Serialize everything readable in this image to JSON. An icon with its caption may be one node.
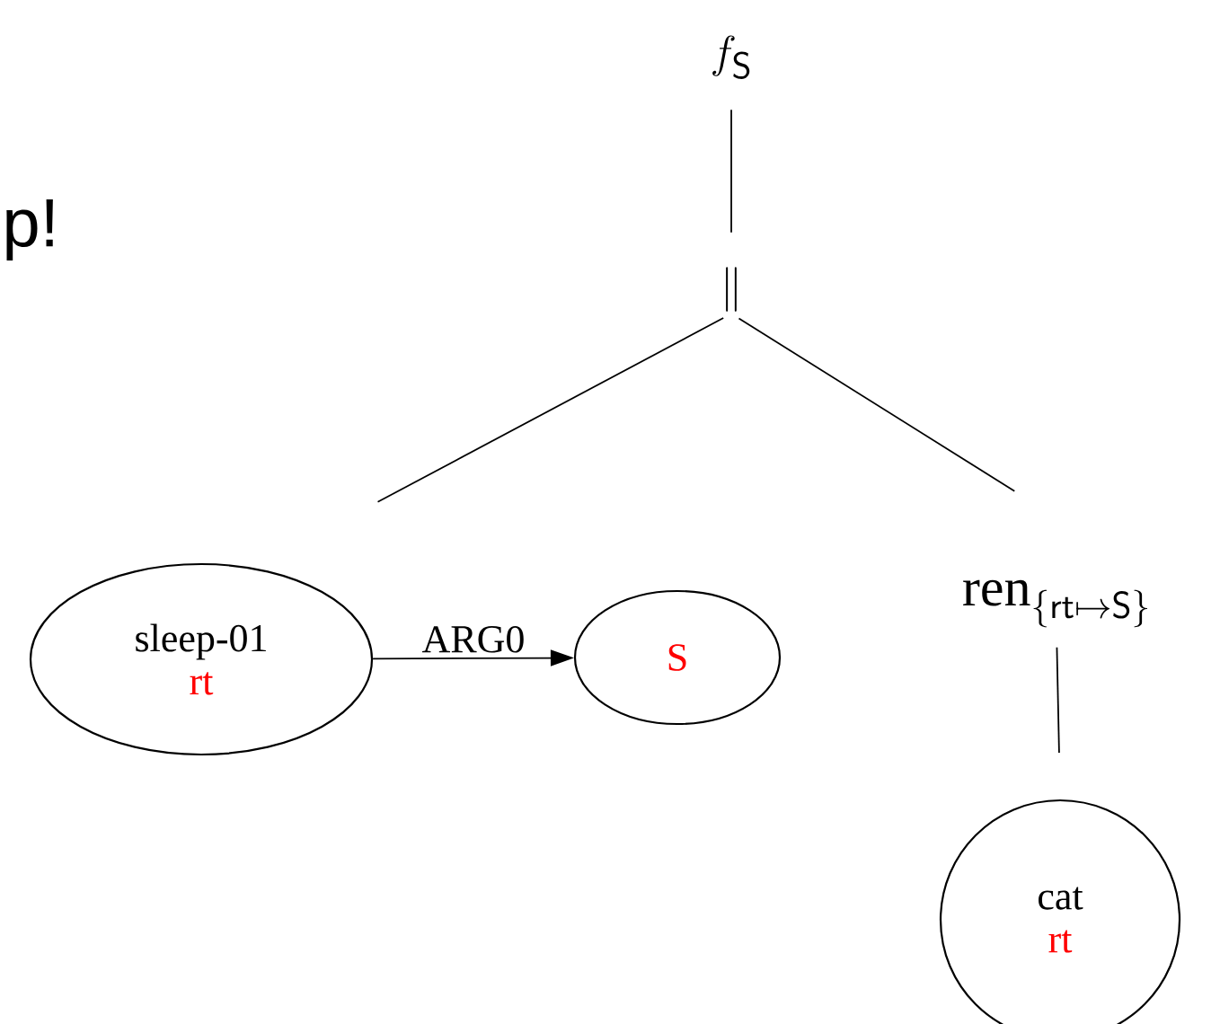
{
  "diagram": {
    "nodes": [
      {
        "text": [
          "f_{\\mathsf{S}}"
        ]
      },
      {
        "text": [
          "\\|"
        ]
      },
      {
        "text": [
          "sleep-01",
          "rt"
        ]
      },
      {
        "text": [
          "S"
        ]
      },
      {
        "text": [
          "\\mathrm{ren}_{\\{\\mathsf{rt}\\mapsto\\mathsf{S}\\}}"
        ]
      },
      {
        "text": [
          "cat",
          "rt"
        ]
      }
    ],
    "edges": [
      {
        "from": 0,
        "to": 1,
        "arrow": "none"
      },
      {
        "from": 1,
        "to": 2,
        "arrow": "none"
      },
      {
        "from": 1,
        "to": 4,
        "arrow": "none"
      },
      {
        "from": 2,
        "to": 3,
        "arrow": "to",
        "label": "ARG0"
      },
      {
        "from": 4,
        "to": 5,
        "arrow": "none"
      }
    ],
    "labels": [
      "p!"
    ]
  }
}
